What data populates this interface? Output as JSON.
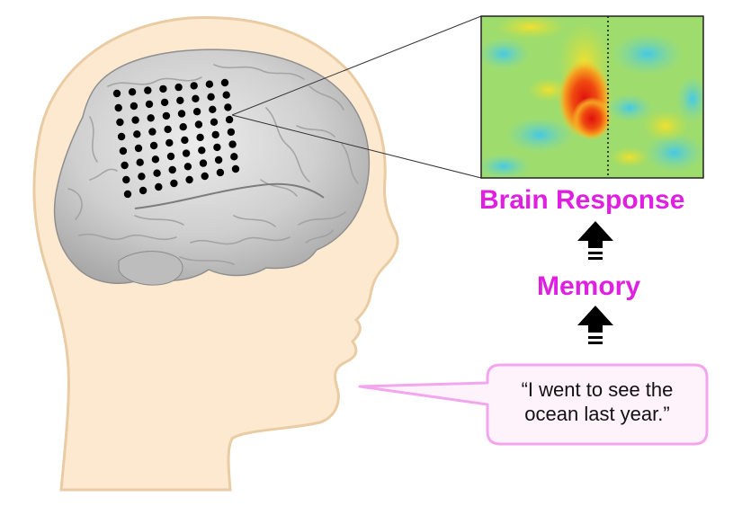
{
  "diagram": {
    "flow_labels": {
      "brain_response": "Brain Response",
      "memory": "Memory"
    },
    "speech_bubble": {
      "line1": "“I went to see the",
      "line2": "ocean last year.”"
    },
    "colors": {
      "label_magenta": "#e020e0",
      "skin": "#fce9cf",
      "skin_outline": "#e9cca4",
      "brain_gray": "#c9c9c9",
      "electrode": "#000000",
      "bubble_border": "#f2a6ee",
      "bubble_fill": "#fff3fb",
      "arrow": "#000000"
    },
    "icons": {
      "electrode_grid": "electrode-dot",
      "up_arrows": "up-arrow-icon"
    }
  }
}
